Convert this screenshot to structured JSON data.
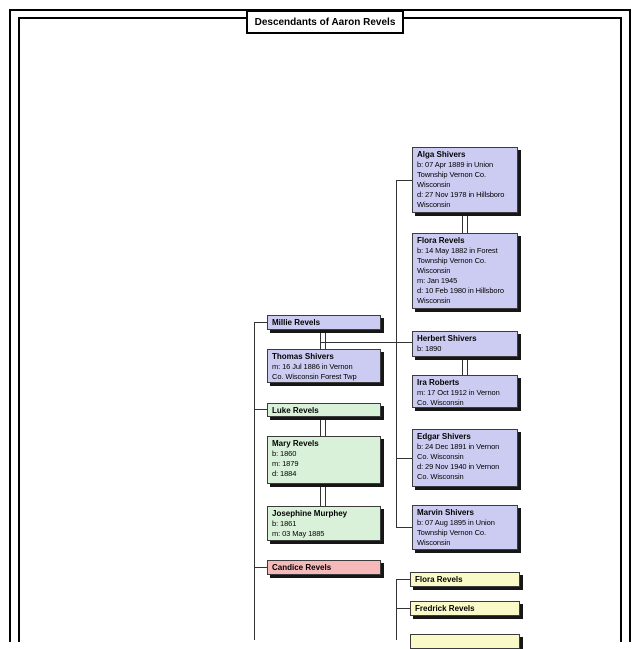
{
  "page_title": {
    "label": "Descendants of Aaron Revels"
  },
  "colors": {
    "purple": "#ccccf2",
    "green": "#d9f0d9",
    "pink": "#f6b9b9",
    "yellow": "#fafac8",
    "line": "#333333",
    "border": "#3c3c3c",
    "shadow": "#161616"
  },
  "boxes": {
    "millie": {
      "name": "Millie Revels",
      "details": ""
    },
    "thomas": {
      "name": "Thomas Shivers",
      "details": "m: 16 Jul 1886 in Vernon\nCo. Wisconsin Forest Twp"
    },
    "luke": {
      "name": "Luke Revels",
      "details": ""
    },
    "mary": {
      "name": "Mary Revels",
      "details": "b: 1860\nm: 1879\nd: 1884"
    },
    "josephine": {
      "name": "Josephine Murphey",
      "details": "b: 1861\nm: 03 May 1885"
    },
    "candice": {
      "name": "Candice Revels",
      "details": ""
    },
    "alga": {
      "name": "Alga Shivers",
      "details": "b: 07 Apr 1889 in Union\nTownship Vernon Co.\nWisconsin\nd: 27 Nov 1978 in Hillsboro\nWisconsin"
    },
    "flora_sr": {
      "name": "Flora Revels",
      "details": "b: 14 May 1882 in Forest\nTownship Vernon Co.\nWisconsin\nm: Jan 1945\nd: 10 Feb 1980 in Hillsboro\nWisconsin"
    },
    "herbert": {
      "name": "Herbert Shivers",
      "details": "b: 1890"
    },
    "ira": {
      "name": "Ira Roberts",
      "details": "m: 17 Oct 1912 in Vernon\nCo. Wisconsin"
    },
    "edgar": {
      "name": "Edgar Shivers",
      "details": "b: 24 Dec 1891 in Vernon\nCo. Wisconsin\nd: 29 Nov 1940 in Vernon\nCo. Wisconsin"
    },
    "marvin": {
      "name": "Marvin Shivers",
      "details": "b: 07 Aug 1895 in Union\nTownship Vernon Co.\nWisconsin"
    },
    "flora_jr": {
      "name": "Flora Revels",
      "details": ""
    },
    "fredrick": {
      "name": "Fredrick Revels",
      "details": ""
    },
    "partial_bottom": {
      "name": "",
      "details": ""
    }
  }
}
